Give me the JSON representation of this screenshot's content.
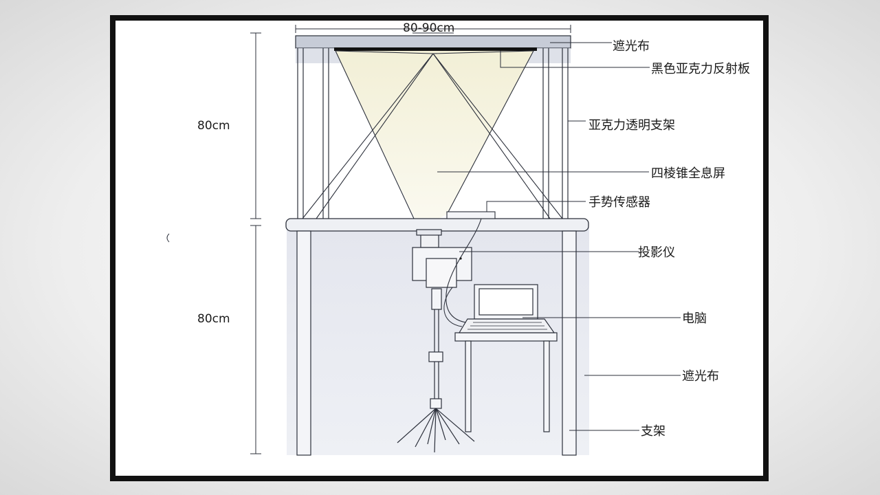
{
  "dimensions": {
    "width_label": "80-90cm",
    "upper_height_label": "80cm",
    "lower_height_label": "80cm"
  },
  "callouts": {
    "shade_cloth_top": "遮光布",
    "black_acrylic_reflector": "黑色亚克力反射板",
    "acrylic_transparent_stand": "亚克力透明支架",
    "pyramid_hologram_screen": "四棱锥全息屏",
    "gesture_sensor": "手势传感器",
    "projector": "投影仪",
    "computer": "电脑",
    "shade_cloth_bottom": "遮光布",
    "stand": "支架"
  },
  "colors": {
    "frame_border": "#111111",
    "line": "#2b2f3a",
    "beam": "#f4f1dc",
    "shade_panel": "#e6e8f0",
    "acrylic_bar": "#c4cad6"
  }
}
